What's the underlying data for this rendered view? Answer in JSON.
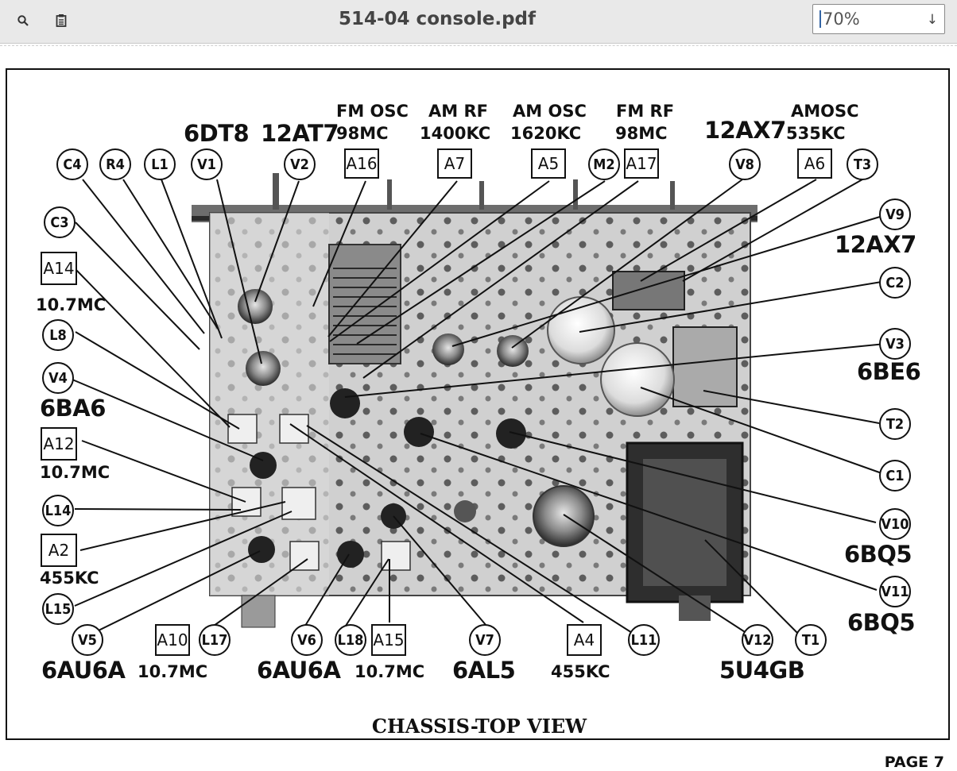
{
  "viewer": {
    "document_title": "514-04 console.pdf",
    "zoom": "70%",
    "search_tooltip": "search-icon",
    "outline_icon": "clipboard-icon"
  },
  "figure": {
    "caption": "CHASSIS-TOP VIEW",
    "page_number": "PAGE 7",
    "frequency_labels": {
      "fm_osc": "FM OSC",
      "fm_osc_freq": "98MC",
      "am_rf": "AM RF",
      "am_rf_freq": "1400KC",
      "am_osc": "AM OSC",
      "am_osc_freq": "1620KC",
      "fm_rf": "FM RF",
      "fm_rf_freq": "98MC",
      "am_osc2": "AMOSC",
      "am_osc2_freq": "535KC",
      "a14_freq": "10.7MC",
      "a12_freq": "10.7MC",
      "a2_freq": "455KC",
      "a10_freq": "10.7MC",
      "a15_freq": "10.7MC",
      "a4_freq": "455KC"
    },
    "tube_types": {
      "v1": "6DT8",
      "v2": "12AT7",
      "v8": "12AX7",
      "v9": "12AX7",
      "v3": "6BE6",
      "v4": "6BA6",
      "v10": "6BQ5",
      "v11": "6BQ5",
      "v5": "6AU6A",
      "v6": "6AU6A",
      "v7": "6AL5",
      "v12": "5U4GB"
    },
    "callouts": {
      "C4": "C4",
      "R4": "R4",
      "L1": "L1",
      "V1": "V1",
      "V2": "V2",
      "A16": "A16",
      "A7": "A7",
      "A5": "A5",
      "M2": "M2",
      "A17": "A17",
      "V8": "V8",
      "A6": "A6",
      "T3": "T3",
      "C3": "C3",
      "A14": "A14",
      "L8": "L8",
      "V4": "V4",
      "A12": "A12",
      "L14": "L14",
      "A2": "A2",
      "L15": "L15",
      "V5": "V5",
      "A10": "A10",
      "L17": "L17",
      "V6": "V6",
      "L18": "L18",
      "A15": "A15",
      "V7": "V7",
      "A4": "A4",
      "L11": "L11",
      "V12": "V12",
      "T1": "T1",
      "V9": "V9",
      "C2": "C2",
      "V3": "V3",
      "T2": "T2",
      "C1": "C1",
      "V10": "V10",
      "V11": "V11"
    }
  }
}
